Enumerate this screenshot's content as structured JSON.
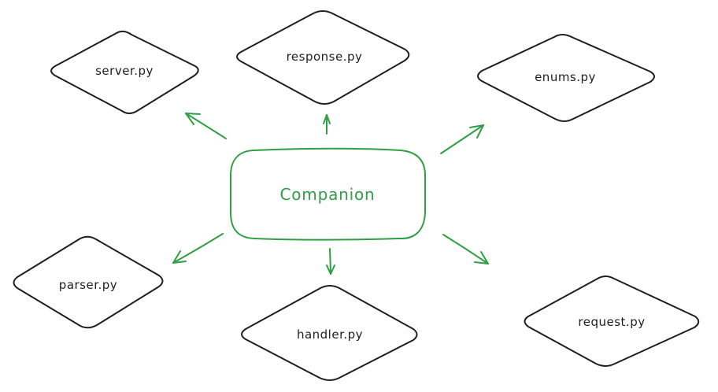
{
  "colors": {
    "accent": "#2f9e44",
    "node_stroke": "#1e1e1e",
    "node_text": "#1e1e1e",
    "background": "#ffffff"
  },
  "center": {
    "label": "Companion"
  },
  "nodes": {
    "server": {
      "label": "server.py"
    },
    "response": {
      "label": "response.py"
    },
    "enums": {
      "label": "enums.py"
    },
    "parser": {
      "label": "parser.py"
    },
    "handler": {
      "label": "handler.py"
    },
    "request": {
      "label": "request.py"
    }
  }
}
